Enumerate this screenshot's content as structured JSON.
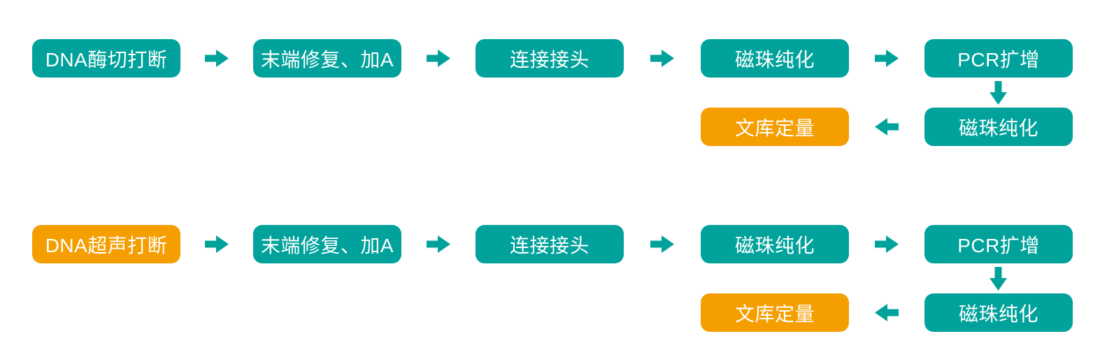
{
  "colors": {
    "teal": "#00a29b",
    "orange": "#f59e00",
    "background": "#ffffff",
    "label": "#ffffff"
  },
  "workflows": [
    {
      "id": "enzymatic-digestion",
      "steps": {
        "fragmentation": "DNA酶切打断",
        "end_repair_a_tailing": "末端修复、加A",
        "adapter_ligation": "连接接头",
        "bead_purification_1": "磁珠纯化",
        "pcr_amplification": "PCR扩增",
        "bead_purification_2": "磁珠纯化",
        "library_quantification": "文库定量"
      }
    },
    {
      "id": "ultrasonic-shearing",
      "steps": {
        "fragmentation": "DNA超声打断",
        "end_repair_a_tailing": "末端修复、加A",
        "adapter_ligation": "连接接头",
        "bead_purification_1": "磁珠纯化",
        "pcr_amplification": "PCR扩增",
        "bead_purification_2": "磁珠纯化",
        "library_quantification": "文库定量"
      }
    }
  ]
}
